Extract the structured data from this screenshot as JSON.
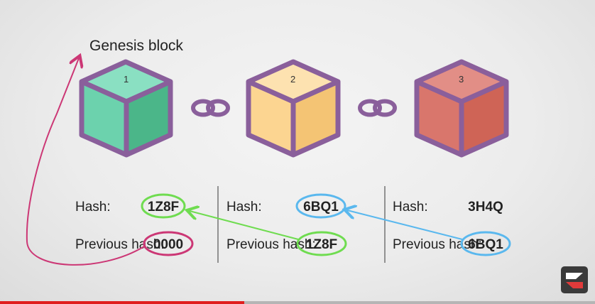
{
  "diagram": {
    "genesis_label": "Genesis block",
    "blocks": [
      {
        "number": "1",
        "hash": "1Z8F",
        "previous_hash": "0000",
        "color": "#5fc9a5"
      },
      {
        "number": "2",
        "hash": "6BQ1",
        "previous_hash": "1Z8F",
        "color": "#f7d089"
      },
      {
        "number": "3",
        "hash": "3H4Q",
        "previous_hash": "6BQ1",
        "color": "#e0756a"
      }
    ],
    "hash_label": "Hash:",
    "previous_hash_label": "Previous hash:",
    "colors": {
      "outline": "#8a5f9b",
      "genesis_arrow": "#cc3775",
      "green_link": "#6fdc50",
      "blue_link": "#5ab8ee"
    }
  },
  "player": {
    "progress": 0.41,
    "progress_color": "#e01e1e"
  }
}
